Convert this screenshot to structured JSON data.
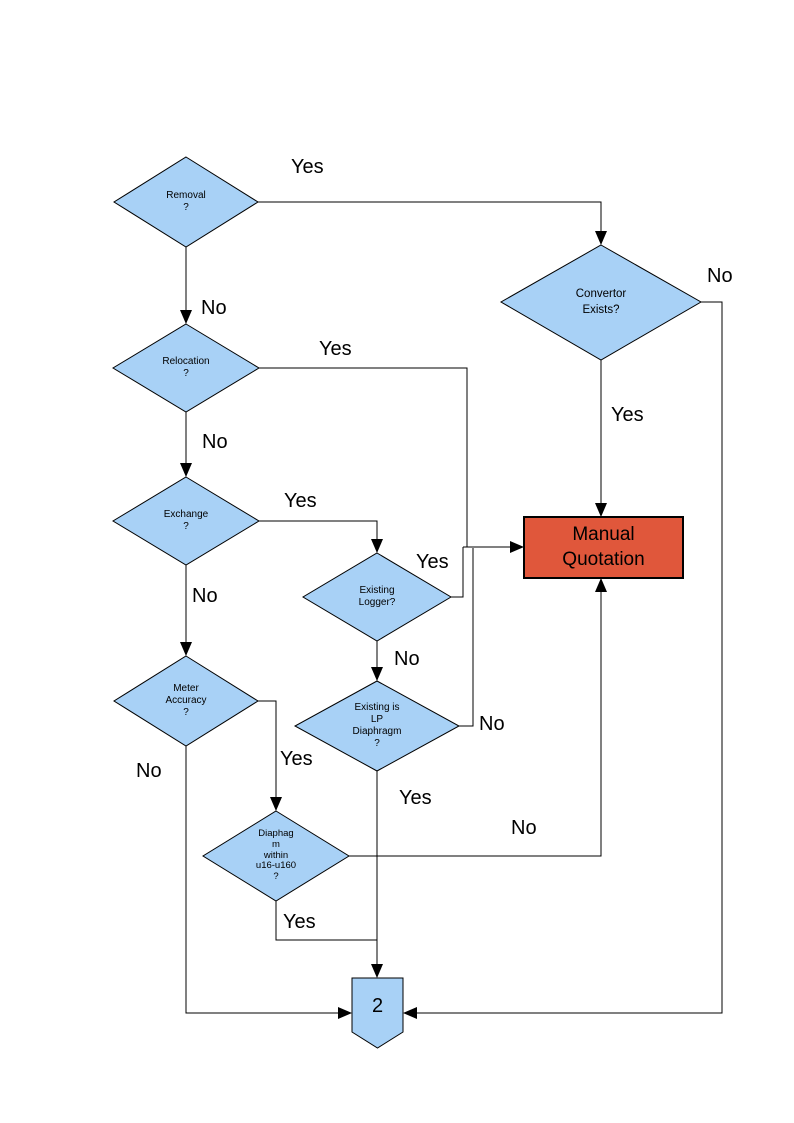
{
  "diagram": {
    "type": "flowchart",
    "colors": {
      "decision_fill": "#A8D1F6",
      "decision_border": "#000000",
      "process_fill": "#E0573B",
      "process_border": "#000000",
      "connector_fill": "#A8D1F6",
      "line": "#000000",
      "text": "#000000",
      "background": "#FFFFFF"
    },
    "nodes": {
      "removal": {
        "label": "Removal\n?",
        "type": "decision"
      },
      "convertor_exists": {
        "label": "Convertor\nExists?",
        "type": "decision"
      },
      "relocation": {
        "label": "Relocation\n?",
        "type": "decision"
      },
      "exchange": {
        "label": "Exchange\n?",
        "type": "decision"
      },
      "existing_logger": {
        "label": "Existing\nLogger?",
        "type": "decision"
      },
      "existing_lp_diaphragm": {
        "label": "Existing is\nLP\nDiaphragm\n?",
        "type": "decision"
      },
      "meter_accuracy": {
        "label": "Meter\nAccuracy\n?",
        "type": "decision"
      },
      "diaphragm_within_range": {
        "label": "Diaphag\nm\nwithin\nu16-u160\n?",
        "type": "decision"
      },
      "manual_quotation": {
        "label": "Manual\nQuotation",
        "type": "process"
      },
      "offpage_connector": {
        "label": "2",
        "type": "connector"
      }
    },
    "edge_labels": {
      "removal_yes": "Yes",
      "removal_no": "No",
      "convertor_no": "No",
      "convertor_yes": "Yes",
      "relocation_yes": "Yes",
      "relocation_no": "No",
      "exchange_yes": "Yes",
      "exchange_no": "No",
      "logger_yes": "Yes",
      "logger_no": "No",
      "lp_no": "No",
      "lp_yes": "Yes",
      "meter_yes": "Yes",
      "meter_no": "No",
      "diaphragm_no": "No",
      "diaphragm_yes": "Yes"
    }
  }
}
